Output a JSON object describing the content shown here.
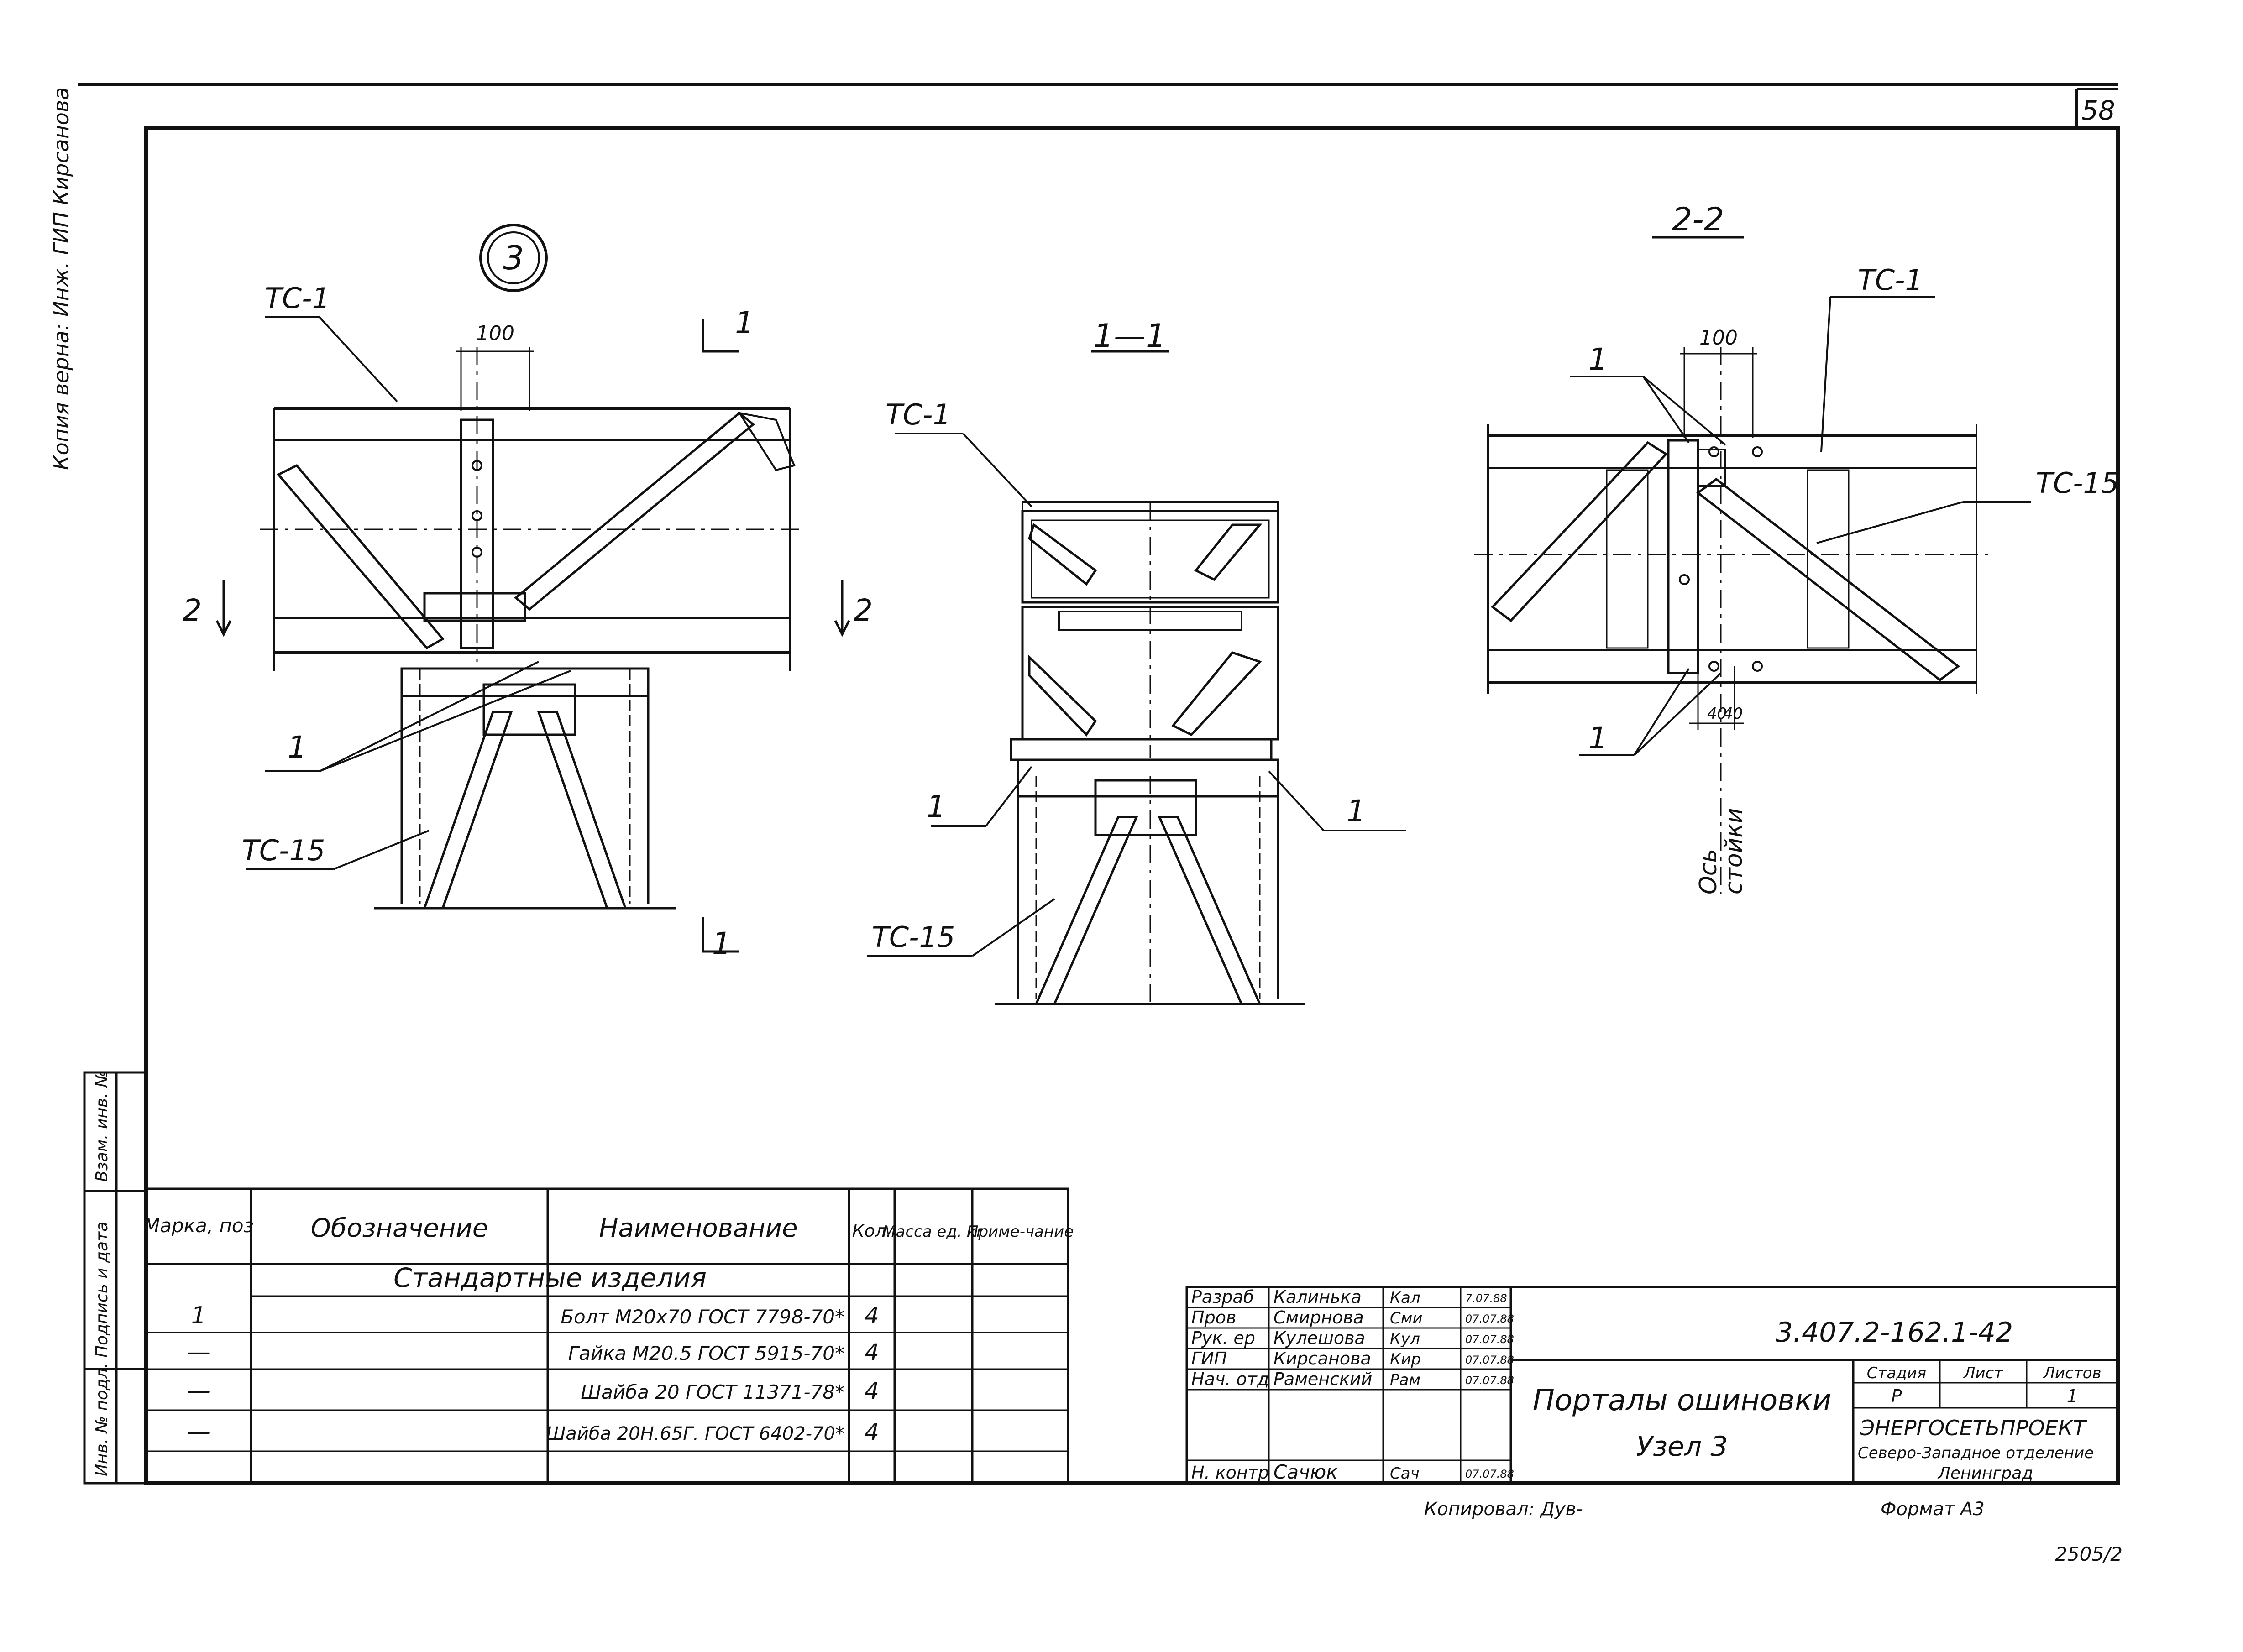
{
  "margin_note": "Копия верна: Инж. ГИП Кирсанова",
  "sheet_number": "58",
  "views": {
    "node": {
      "label": "3",
      "member_top": "ТС-1",
      "member_bottom": "ТС-15",
      "dim": "100",
      "cut_mark": "1",
      "cut_mark_bottom": "1",
      "section_left": "2",
      "section_right": "2",
      "callout": "1"
    },
    "section_1_1": {
      "title": "1—1",
      "member_top": "ТС-1",
      "member_bottom": "ТС-15",
      "callout_left": "1",
      "callout_right": "1"
    },
    "section_2_2": {
      "title": "2-2",
      "member_top": "ТС-1",
      "member_right": "ТС-15",
      "dim": "100",
      "dim_small_a": "40",
      "dim_small_b": "40",
      "callout_top": "1",
      "callout_bottom": "1",
      "axis_label_1": "Ось",
      "axis_label_2": "стойки"
    }
  },
  "side_stamp": [
    "Взам. инв. №",
    "Подпись и дата",
    "Инв. № подл."
  ],
  "spec_table": {
    "headers": [
      "Марка, поз",
      "Обозначение",
      "Наименование",
      "Кол.",
      "Масса ед. кг",
      "Приме-чание"
    ],
    "section_title": "Стандартные изделия",
    "rows": [
      [
        "1",
        "",
        "Болт М20х70 ГОСТ 7798-70*",
        "4",
        "",
        ""
      ],
      [
        "—",
        "",
        "Гайка М20.5 ГОСТ 5915-70*",
        "4",
        "",
        ""
      ],
      [
        "—",
        "",
        "Шайба 20 ГОСТ 11371-78*",
        "4",
        "",
        ""
      ],
      [
        "—",
        "",
        "Шайба 20Н.65Г. ГОСТ 6402-70*",
        "4",
        "",
        ""
      ]
    ]
  },
  "title_block": {
    "document_code": "3.407.2-162.1-42",
    "signatures": [
      {
        "role": "Разраб",
        "name": "Калинька",
        "sign": "Кал",
        "date": "7.07.88"
      },
      {
        "role": "Пров",
        "name": "Смирнова",
        "sign": "Сми",
        "date": "07.07.88"
      },
      {
        "role": "Рук. ер",
        "name": "Кулешова",
        "sign": "Кул",
        "date": "07.07.88"
      },
      {
        "role": "ГИП",
        "name": "Кирсанова",
        "sign": "Кир",
        "date": "07.07.88"
      },
      {
        "role": "Нач. отд",
        "name": "Раменский",
        "sign": "Рам",
        "date": "07.07.88"
      },
      {
        "role": "",
        "name": "",
        "sign": "",
        "date": ""
      },
      {
        "role": "Н. контр",
        "name": "Сачюк",
        "sign": "Сач",
        "date": "07.07.88"
      }
    ],
    "title_line1": "Порталы ошиновки",
    "title_line2": "Узел 3",
    "stage_header": "Стадия",
    "sheet_header": "Лист",
    "sheets_header": "Листов",
    "stage": "Р",
    "sheet": "",
    "sheets": "1",
    "org_line1": "ЭНЕРГОСЕТЬПРОЕКТ",
    "org_line2": "Северо-Западное отделение",
    "org_line3": "Ленинград"
  },
  "copied_by": "Копировал: Дув-",
  "format": "Формат А3",
  "archive_number": "2505/2"
}
